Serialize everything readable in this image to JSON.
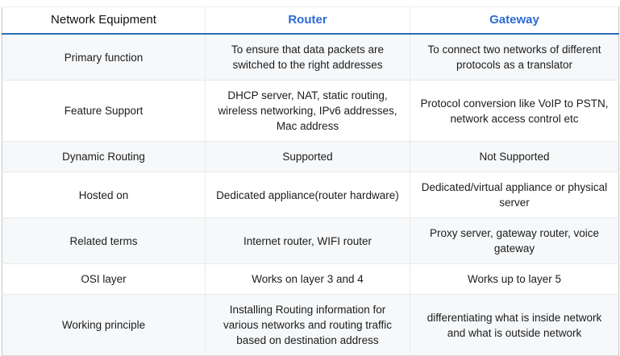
{
  "table": {
    "columns": [
      "Network Equipment",
      "Router",
      "Gateway"
    ],
    "rows": [
      {
        "label": "Primary function",
        "router": "To ensure that data packets are switched to the right addresses",
        "gateway": "To connect two networks of different protocols as a translator"
      },
      {
        "label": "Feature Support",
        "router": "DHCP server, NAT, static routing, wireless networking, IPv6 addresses, Mac address",
        "gateway": "Protocol conversion like VoIP to PSTN, network access control etc"
      },
      {
        "label": "Dynamic Routing",
        "router": "Supported",
        "gateway": "Not Supported"
      },
      {
        "label": "Hosted on",
        "router": "Dedicated appliance(router hardware)",
        "gateway": "Dedicated/virtual appliance or physical server"
      },
      {
        "label": "Related terms",
        "router": "Internet router, WIFI router",
        "gateway": "Proxy server, gateway router, voice gateway"
      },
      {
        "label": "OSI layer",
        "router": "Works on layer 3 and 4",
        "gateway": "Works up to layer 5"
      },
      {
        "label": "Working principle",
        "router": "Installing Routing information for various networks and routing traffic based on destination address",
        "gateway": "differentiating what is inside network and what is outside network"
      }
    ]
  },
  "colors": {
    "accent_text": "#2b6bd5",
    "header_underline": "#2a6eb3",
    "alt_row_bg": "#f6f8fa",
    "grid_line": "#e9e9e9",
    "outer_border": "#c6c6c6",
    "body_text": "#1c1c1c"
  }
}
